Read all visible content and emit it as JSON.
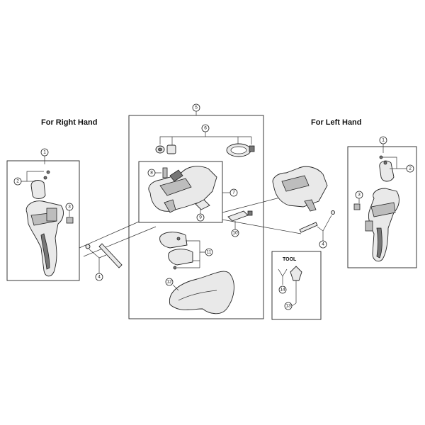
{
  "headings": {
    "right_hand": "For Right Hand",
    "left_hand": "For Left Hand",
    "tool": "TOOL"
  },
  "callouts": {
    "c1_right": "1",
    "c2_right": "2",
    "c3_right": "3",
    "c4_right": "4",
    "c5": "5",
    "c6": "6",
    "c7": "7",
    "c8": "8",
    "c9": "9",
    "c10": "10",
    "c11": "11",
    "c12": "12",
    "c1_left": "1",
    "c2_left": "2",
    "c3_left": "3",
    "c4_left": "4",
    "c13": "13",
    "c14": "14"
  }
}
